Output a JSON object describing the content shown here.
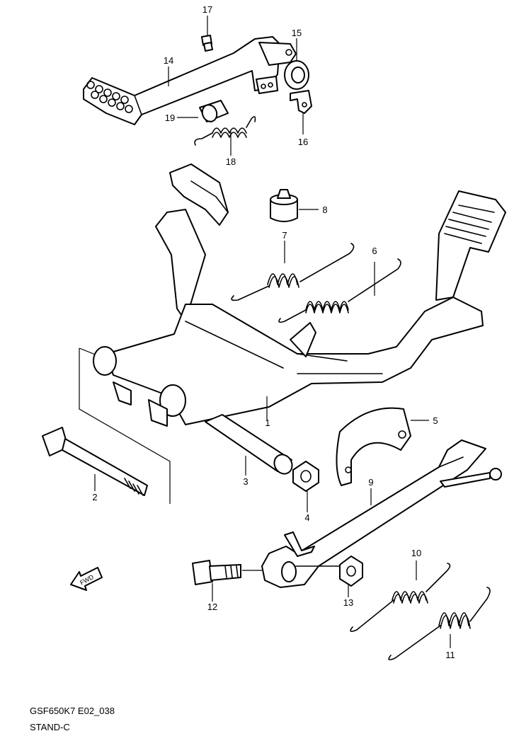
{
  "diagram": {
    "drawing_code": "GSF650K7 E02_038",
    "section_title": "STAND-C",
    "fwd_label": "FWD",
    "callouts": [
      "1",
      "2",
      "3",
      "4",
      "5",
      "6",
      "7",
      "8",
      "9",
      "10",
      "11",
      "12",
      "13",
      "14",
      "15",
      "16",
      "17",
      "18",
      "19"
    ]
  }
}
